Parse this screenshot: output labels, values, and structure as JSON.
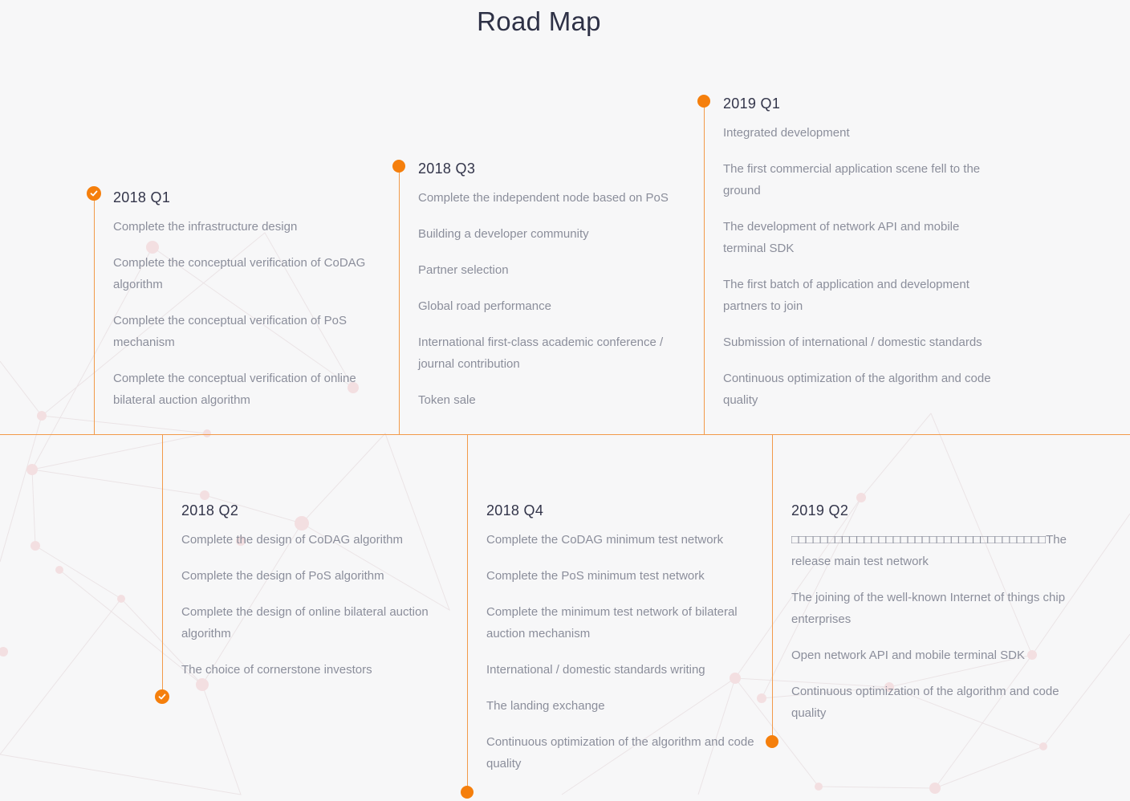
{
  "page_title": "Road Map",
  "accent_color": "#f57f0c",
  "line_color": "#f29a4a",
  "milestones": {
    "q1_2018": {
      "quarter": "2018 Q1",
      "status": "done",
      "items": [
        "Complete the infrastructure design",
        "Complete the conceptual verification of CoDAG algorithm",
        "Complete the conceptual verification of PoS mechanism",
        "Complete the conceptual verification of online bilateral auction algorithm"
      ]
    },
    "q2_2018": {
      "quarter": "2018 Q2",
      "status": "done",
      "items": [
        "Complete the design of CoDAG algorithm",
        "Complete the design of PoS algorithm",
        "Complete the design of online bilateral auction algorithm",
        "The choice of cornerstone investors"
      ]
    },
    "q3_2018": {
      "quarter": "2018 Q3",
      "status": "planned",
      "items": [
        "Complete the independent node based on PoS",
        "Building a developer community",
        "Partner selection",
        "Global road performance",
        "International first-class academic conference / journal contribution",
        "Token sale"
      ]
    },
    "q4_2018": {
      "quarter": "2018 Q4",
      "status": "planned",
      "items": [
        "Complete the CoDAG minimum test network",
        "Complete the PoS minimum test network",
        "Complete the minimum test network of bilateral auction mechanism",
        "International / domestic standards writing",
        "The landing exchange",
        "Continuous optimization of the algorithm and code quality"
      ]
    },
    "q1_2019": {
      "quarter": "2019 Q1",
      "status": "planned",
      "items": [
        "Integrated development",
        "The first commercial application scene fell to the ground",
        "The development of network API and mobile terminal SDK",
        "The first batch of application and development partners to join",
        "Submission of international / domestic standards",
        "Continuous optimization of the algorithm and code quality"
      ]
    },
    "q2_2019": {
      "quarter": "2019 Q2",
      "status": "planned",
      "items": [
        "□□□□□□□□□□□□□□□□□□□□□□□□□□□□□□□□□□□The release main test network",
        "The joining of the well-known Internet of things chip enterprises",
        "Open network API and mobile terminal SDK",
        "Continuous optimization of the algorithm and code quality"
      ]
    }
  }
}
